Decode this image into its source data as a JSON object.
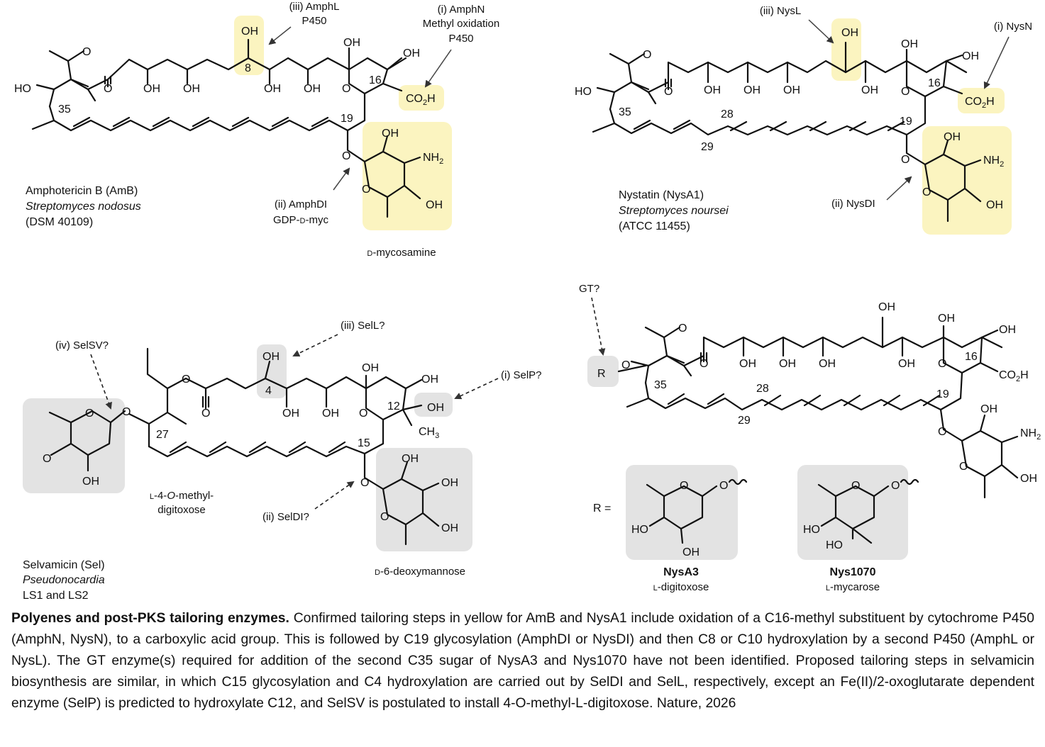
{
  "colors": {
    "highlight_confirmed": "#fbf4c0",
    "highlight_proposed": "#e3e3e3",
    "ink": "#111111"
  },
  "panel_amb": {
    "name": "Amphotericin B (AmB)",
    "organism": "Streptomyces nodosus",
    "strain": "(DSM 40109)",
    "step_iii": [
      "(iii) AmphL",
      "P450"
    ],
    "step_i": [
      "(i) AmphN",
      "Methyl oxidation",
      "P450"
    ],
    "step_ii": [
      "(ii) AmphDI",
      "GDP-D-myc"
    ],
    "sugar": "D-mycosamine",
    "numbers": {
      "c8": "8",
      "c16": "16",
      "c19": "19",
      "c35": "35"
    }
  },
  "panel_nys": {
    "name": "Nystatin (NysA1)",
    "organism": "Streptomyces noursei",
    "strain": "(ATCC 11455)",
    "step_iii": "(iii) NysL",
    "step_i": "(i)  NysN",
    "step_ii": "(ii) NysDI",
    "numbers": {
      "c16": "16",
      "c19": "19",
      "c28": "28",
      "c29": "29",
      "c35": "35"
    }
  },
  "panel_sel": {
    "name": "Selvamicin (Sel)",
    "organism": "Pseudonocardia",
    "strain": "LS1 and LS2",
    "step_iii": "(iii) SelL?",
    "step_iv": "(iv) SelSV?",
    "step_i": "(i) SelP?",
    "step_ii": "(ii) SelDI?",
    "sugar_left": [
      "L-4-O-methyl-",
      "digitoxose"
    ],
    "sugar_right": "D-6-deoxymannose",
    "numbers": {
      "c4": "4",
      "c12": "12",
      "c15": "15",
      "c27": "27"
    }
  },
  "panel_nys2": {
    "gt": "GT?",
    "r_label": "R",
    "r_eq": "R =",
    "numbers": {
      "c16": "16",
      "c19": "19",
      "c28": "28",
      "c29": "29",
      "c35": "35"
    },
    "sugar1_name": "NysA3",
    "sugar1_type": "L-digitoxose",
    "sugar2_name": "Nys1070",
    "sugar2_type": "L-mycarose"
  },
  "labels": {
    "oh": "OH",
    "ho": "HO",
    "o": "O",
    "nh2": "NH2",
    "co2h": "CO2H",
    "ch3": "CH3"
  },
  "caption": {
    "bold": "Polyenes and post-PKS tailoring enzymes.",
    "text": " Confirmed tailoring steps in yellow for AmB and NysA1 include oxidation of a C16-methyl substituent by cytochrome P450 (AmphN, NysN), to a carboxylic acid group. This is followed by C19 glycosylation (AmphDI or NysDI) and then C8 or C10 hydroxylation by a second P450 (AmphL or NysL). The GT enzyme(s) required for addition of the second C35 sugar of NysA3 and Nys1070 have not been identified. Proposed tailoring steps in selvamicin biosynthesis are similar, in which C15 glycosylation and C4 hydroxylation are carried out by SelDI and SelL, respectively, except an Fe(II)/2-oxoglutarate dependent enzyme (SelP) is predicted to hydroxylate C12, and SelSV is postulated to install 4-O-methyl-L-digitoxose. Nature, 2026"
  }
}
